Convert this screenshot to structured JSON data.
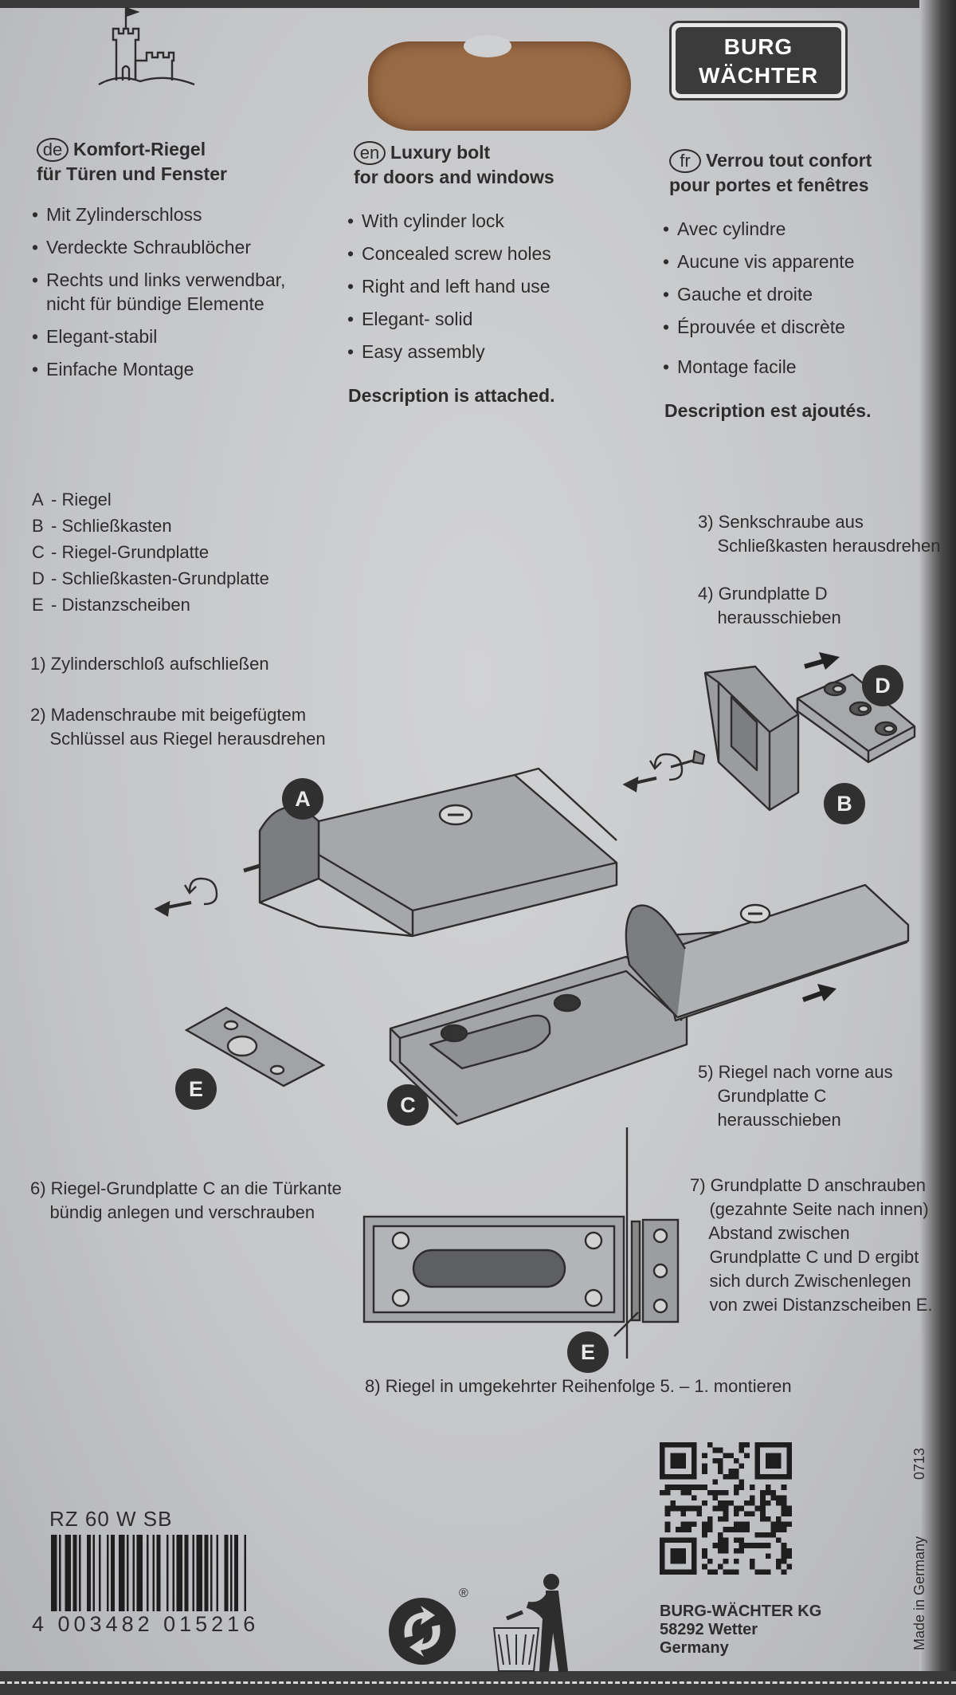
{
  "brand": {
    "logo_line1": "BURG",
    "logo_line2": "WÄCHTER"
  },
  "de": {
    "badge": "de",
    "title1": "Komfort-Riegel",
    "title2": "für Türen und Fenster",
    "bullets": [
      "Mit Zylinderschloss",
      "Verdeckte Schraublöcher",
      "Rechts und links verwendbar,\nnicht für bündige Elemente",
      "Elegant-stabil",
      "Einfache Montage"
    ]
  },
  "en": {
    "badge": "en",
    "title1": "Luxury bolt",
    "title2": "for doors and windows",
    "bullets": [
      "With cylinder lock",
      "Concealed screw holes",
      "Right and left hand use",
      "Elegant- solid",
      "Easy assembly"
    ],
    "note": "Description is attached."
  },
  "fr": {
    "badge": "fr",
    "title1": "Verrou tout confort",
    "title2": "pour portes et fenêtres",
    "bullets": [
      "Avec cylindre",
      "Aucune vis apparente",
      "Gauche et droite",
      "Éprouvée et discrète",
      "Montage facile"
    ],
    "note": "Description est ajoutés."
  },
  "legend": [
    {
      "key": "A",
      "text": "- Riegel"
    },
    {
      "key": "B",
      "text": "- Schließkasten"
    },
    {
      "key": "C",
      "text": "- Riegel-Grundplatte"
    },
    {
      "key": "D",
      "text": "- Schließkasten-Grundplatte"
    },
    {
      "key": "E",
      "text": "- Distanzscheiben"
    }
  ],
  "steps": {
    "s1": "1) Zylinderschloß aufschließen",
    "s2": "2) Madenschraube mit beigefügtem\n    Schlüssel aus Riegel herausdrehen",
    "s3": "3) Senkschraube aus\n    Schließkasten herausdrehen",
    "s4": "4) Grundplatte D\n    herausschieben",
    "s5": "5) Riegel nach vorne aus\n    Grundplatte C\n    herausschieben",
    "s6": "6) Riegel-Grundplatte C an die Türkante\n    bündig anlegen und verschrauben",
    "s7": "7) Grundplatte D anschrauben\n    (gezahnte Seite nach innen)\n    Abstand zwischen\n    Grundplatte C und D ergibt\n    sich durch Zwischenlegen\n    von zwei Distanzscheiben E.",
    "s8": "8) Riegel in umgekehrter Reihenfolge 5. – 1. montieren"
  },
  "parts": {
    "a": "A",
    "b": "B",
    "c": "C",
    "d": "D",
    "e": "E",
    "e2": "E"
  },
  "product": {
    "model": "RZ 60 W SB",
    "ean": "4 003482 015216"
  },
  "recycling": {
    "registered": "®"
  },
  "company": {
    "name": "BURG-WÄCHTER KG",
    "city": "58292 Wetter",
    "country": "Germany"
  },
  "made_in": "Made in Germany",
  "date_code": "0713"
}
